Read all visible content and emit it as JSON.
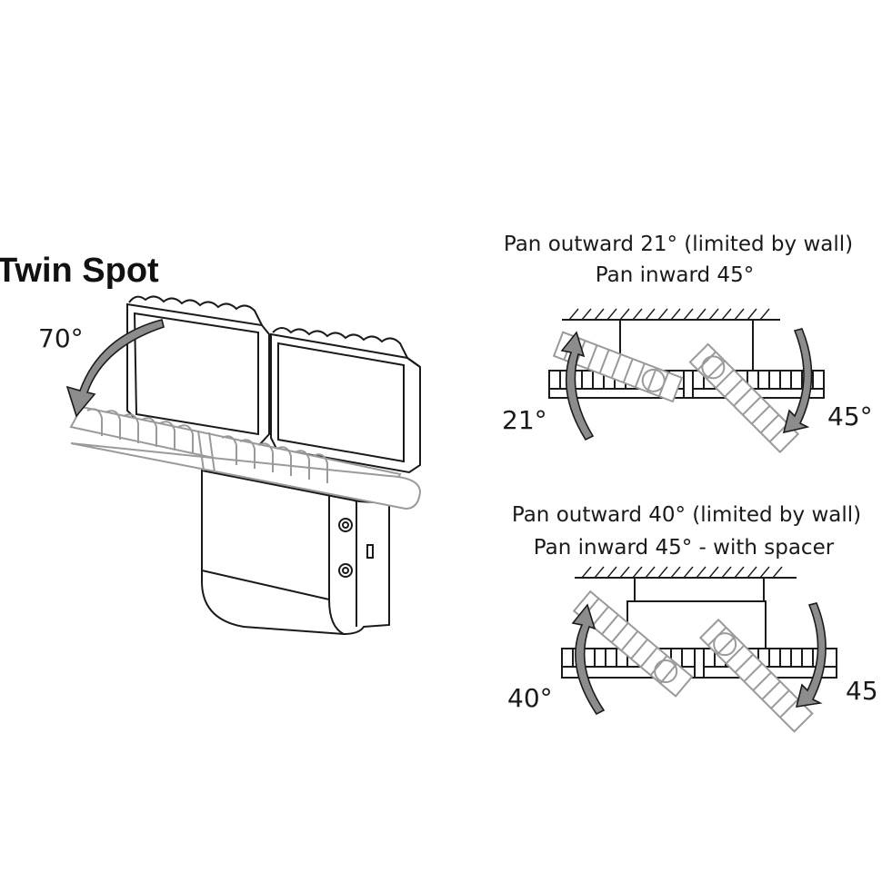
{
  "product": {
    "title": "Twin Spot",
    "tilt_angle": "70°"
  },
  "scenarios": [
    {
      "line1": "Pan outward 21° (limited by wall)",
      "line2": "Pan inward 45°",
      "left_angle": "21°",
      "right_angle": "45°"
    },
    {
      "line1": "Pan outward 40° (limited by wall)",
      "line2": "Pan inward 45° - with spacer",
      "left_angle": "40°",
      "right_angle": "45"
    }
  ],
  "colors": {
    "ink": "#1a1a1a",
    "ghost": "#9a9a9a",
    "arrow": "#8c8c8c",
    "background": "#ffffff"
  }
}
